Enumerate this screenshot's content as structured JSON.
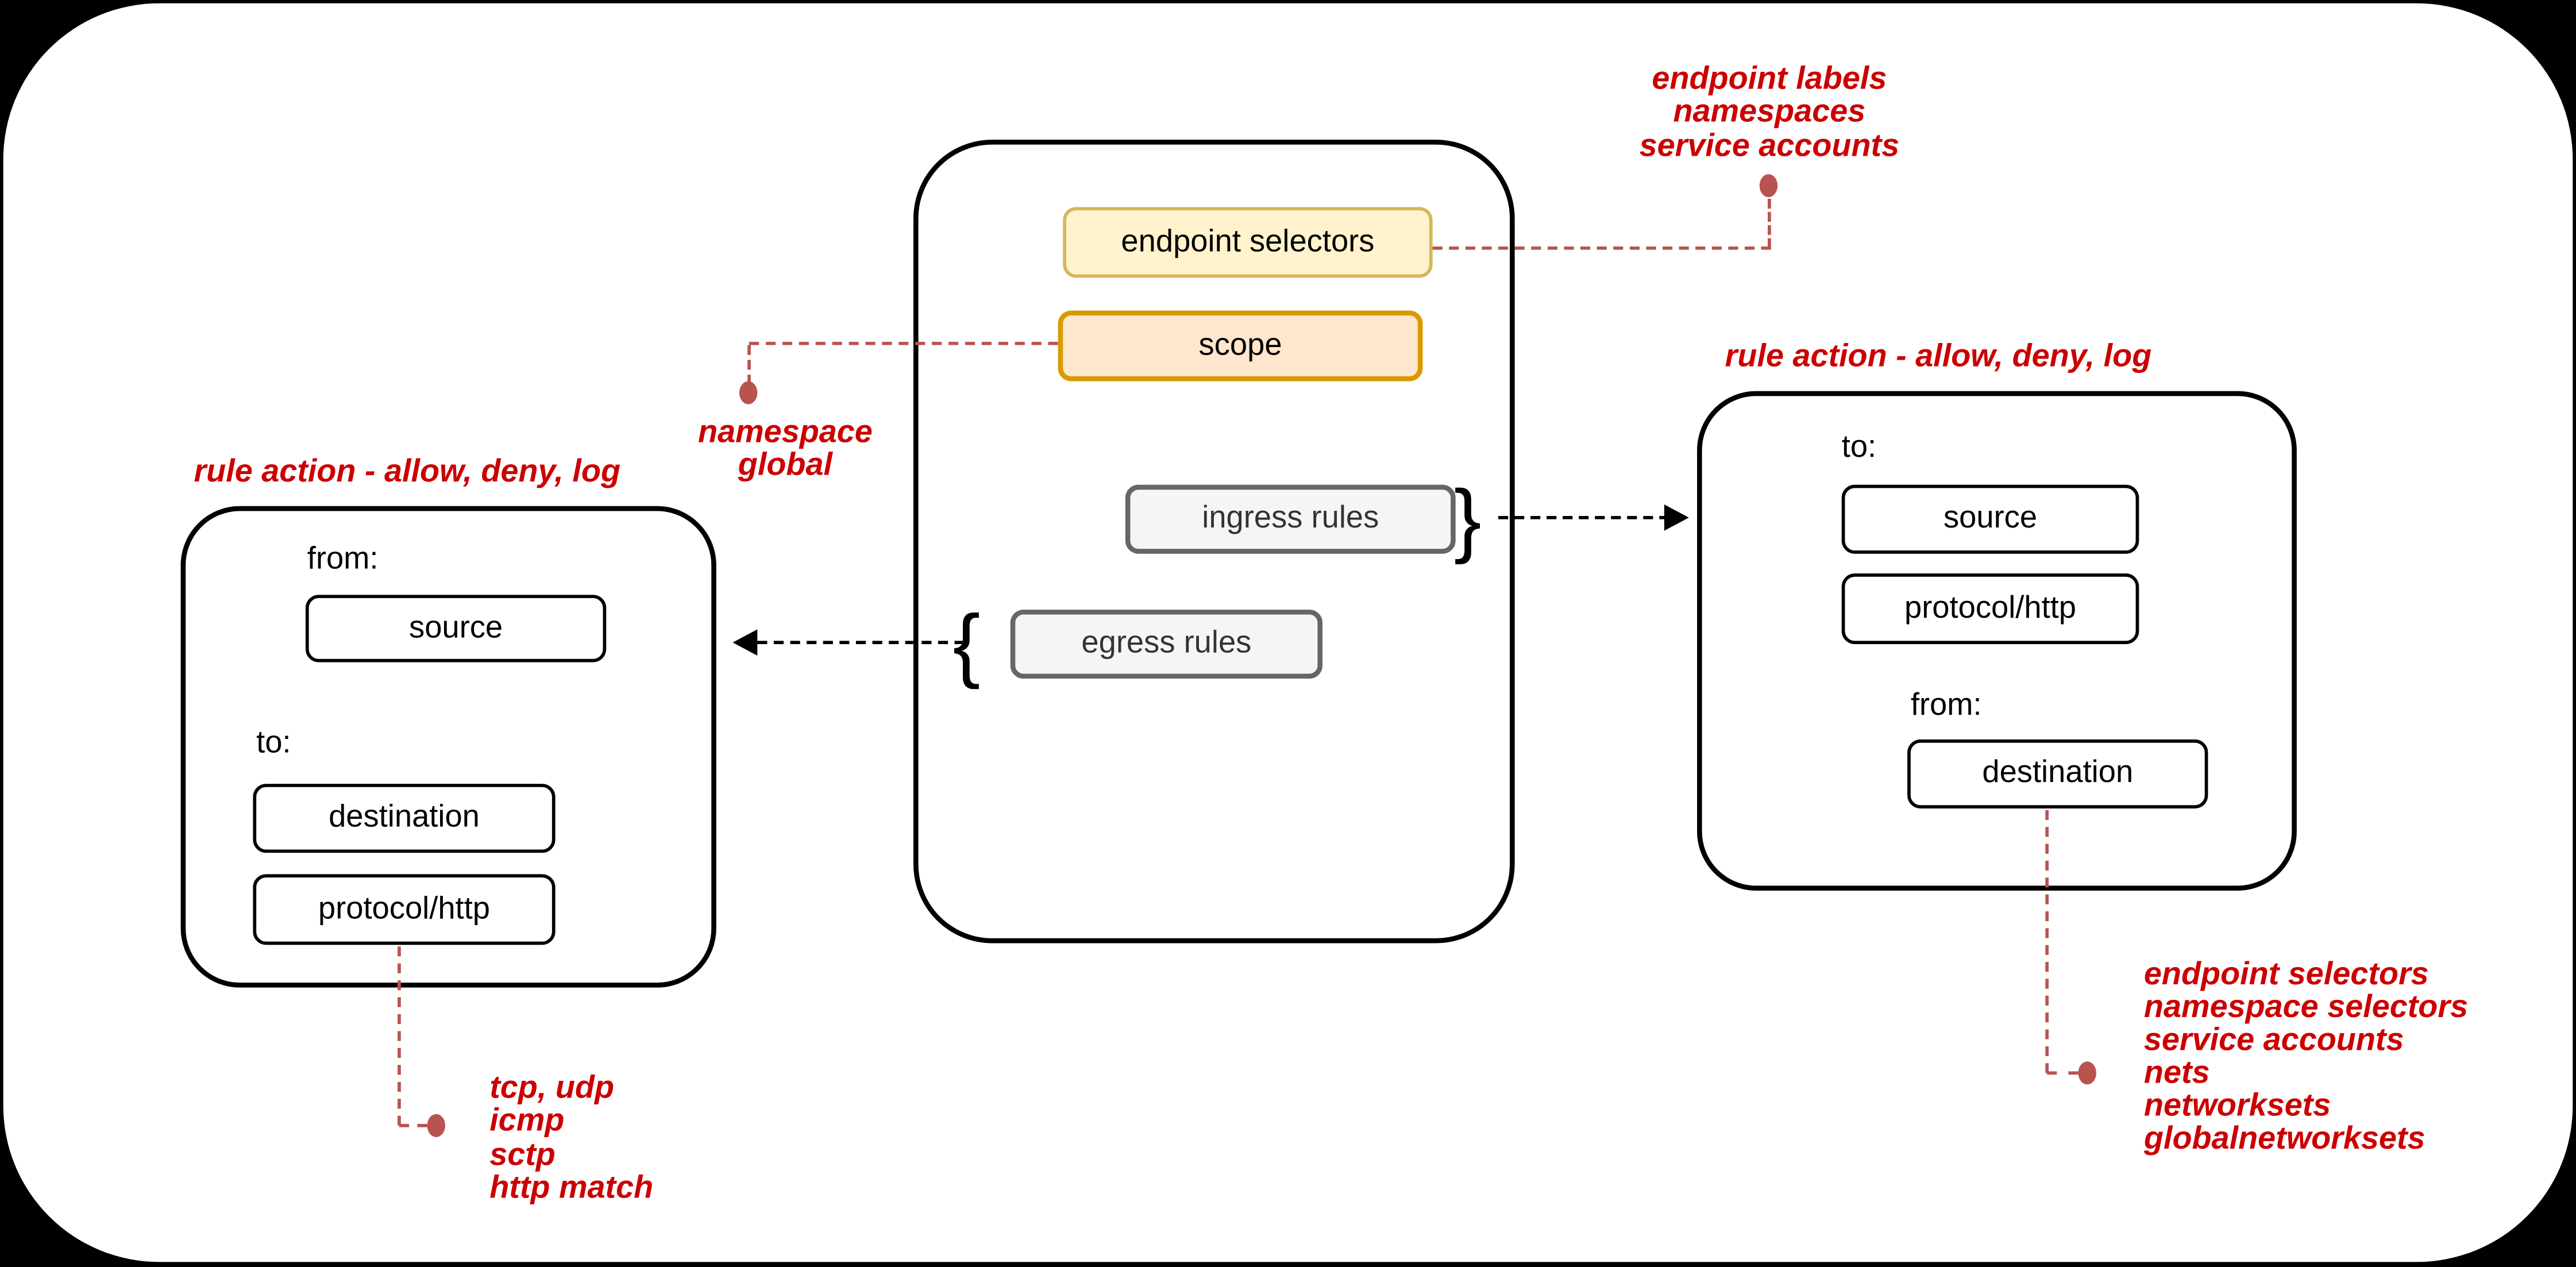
{
  "colors": {
    "background": "#000000",
    "surface": "#FFFFFF",
    "annotation_text": "#CC0000",
    "connector": "#B85450",
    "endpoint_selectors_fill": "#FFF2CC",
    "endpoint_selectors_border": "#D6B656",
    "scope_fill": "#FFE6CC",
    "scope_border": "#D79B00",
    "rules_fill": "#F5F5F5",
    "rules_border": "#666666"
  },
  "policy": {
    "endpoint_selectors_label": "endpoint selectors",
    "scope_label": "scope",
    "ingress_rules_label": "ingress rules",
    "egress_rules_label": "egress rules",
    "ingress_brace": "}",
    "egress_brace": "{"
  },
  "left_rule": {
    "title": "rule action - allow, deny, log",
    "from_label": "from:",
    "source_label": "source",
    "to_label": "to:",
    "destination_label": "destination",
    "protocol_label": "protocol/http"
  },
  "right_rule": {
    "title": "rule action - allow, deny, log",
    "to_label": "to:",
    "source_label": "source",
    "protocol_label": "protocol/http",
    "from_label": "from:",
    "destination_label": "destination"
  },
  "annotations": {
    "selector_types": [
      "endpoint labels",
      "namespaces",
      "service accounts"
    ],
    "scope_values": [
      "namespace",
      "global"
    ],
    "protocol_values": [
      "tcp, udp",
      "icmp",
      "sctp",
      "http match"
    ],
    "destination_types": [
      "endpoint selectors",
      "namespace selectors",
      "service accounts",
      "nets",
      "networksets",
      "globalnetworksets"
    ]
  }
}
